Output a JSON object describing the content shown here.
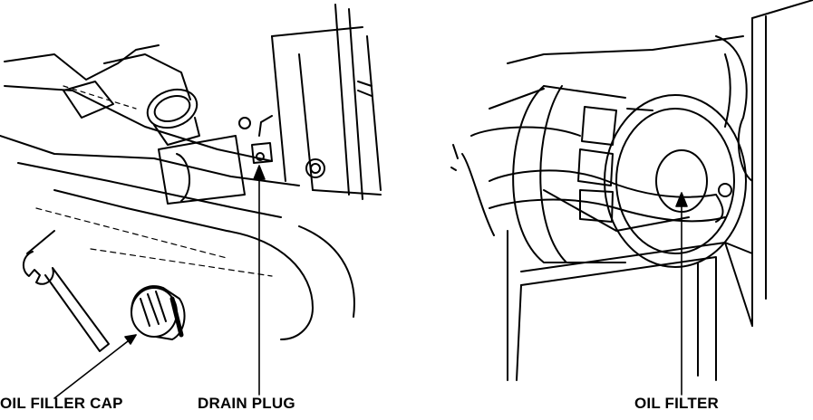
{
  "labels": {
    "oil_filler_cap": "OIL FILLER CAP",
    "drain_plug": "DRAIN PLUG",
    "oil_filter": "OIL FILTER"
  },
  "colors": {
    "line": "#000000",
    "background": "#ffffff"
  }
}
